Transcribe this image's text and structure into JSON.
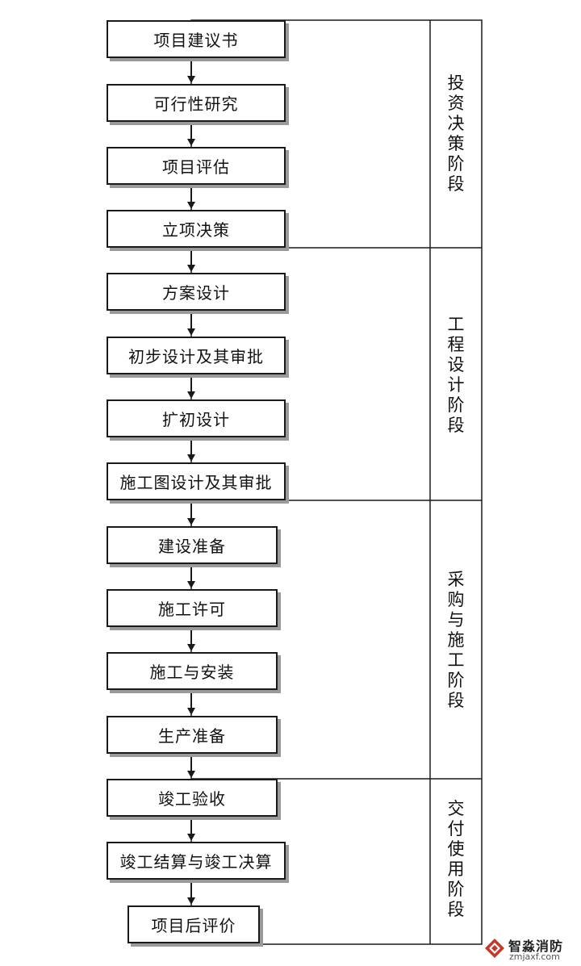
{
  "steps": [
    {
      "id": "s1",
      "label": "项目建议书"
    },
    {
      "id": "s2",
      "label": "可行性研究"
    },
    {
      "id": "s3",
      "label": "项目评估"
    },
    {
      "id": "s4",
      "label": "立项决策"
    },
    {
      "id": "s5",
      "label": "方案设计"
    },
    {
      "id": "s6",
      "label": "初步设计及其审批"
    },
    {
      "id": "s7",
      "label": "扩初设计"
    },
    {
      "id": "s8",
      "label": "施工图设计及其审批"
    },
    {
      "id": "s9",
      "label": "建设准备"
    },
    {
      "id": "s10",
      "label": "施工许可"
    },
    {
      "id": "s11",
      "label": "施工与安装"
    },
    {
      "id": "s12",
      "label": "生产准备"
    },
    {
      "id": "s13",
      "label": "竣工验收"
    },
    {
      "id": "s14",
      "label": "竣工结算与竣工决算"
    },
    {
      "id": "s15",
      "label": "项目后评价"
    }
  ],
  "stages": [
    {
      "id": "stage1",
      "label": "投资决策阶段"
    },
    {
      "id": "stage2",
      "label": "工程设计阶段"
    },
    {
      "id": "stage3",
      "label": "采购与施工阶段"
    },
    {
      "id": "stage4",
      "label": "交付使用阶段"
    }
  ],
  "colors": {
    "line": "#1a1a1a",
    "shadow": "#9a9a9a",
    "logo": "#c0392b"
  },
  "watermark": {
    "title": "智淼消防",
    "url": "zmjaxf.com"
  }
}
